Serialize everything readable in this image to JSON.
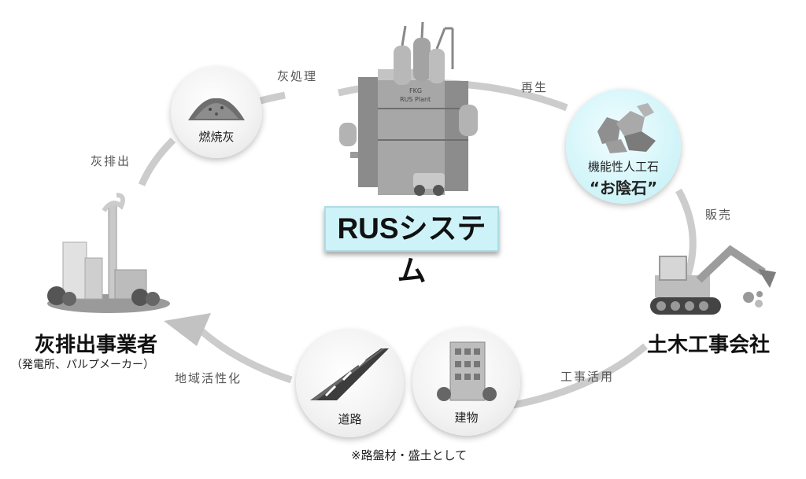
{
  "center": {
    "title": "RUSシステム",
    "plant_sign_1": "FKG",
    "plant_sign_2": "RUS Plant"
  },
  "flows": {
    "ash_treatment": "灰処理",
    "regeneration": "再生",
    "sales": "販売",
    "construction_use": "工事活用",
    "regional_revitalization": "地域活性化",
    "ash_discharge": "灰排出"
  },
  "nodes": {
    "incineration_ash": {
      "label": "燃焼灰"
    },
    "artificial_stone": {
      "label": "機能性人工石",
      "name": "“お陰石”"
    },
    "road": {
      "label": "道路"
    },
    "building": {
      "label": "建物"
    }
  },
  "actors": {
    "civil_engineering": {
      "label": "土木工事会社"
    },
    "ash_discharger": {
      "label": "灰排出事業者",
      "sub": "（発電所、パルプメーカー）"
    }
  },
  "footnote": "※路盤材・盛土として",
  "colors": {
    "ring": "#cccccc",
    "arrow": "#c2c2c2",
    "cyan_box": "#cdf3f8",
    "cyan_circle": "#d6f6fa"
  },
  "icons": [
    "plant-icon",
    "ash-pile-icon",
    "stone-icon",
    "excavator-icon",
    "factory-icon",
    "road-icon",
    "building-icon"
  ]
}
